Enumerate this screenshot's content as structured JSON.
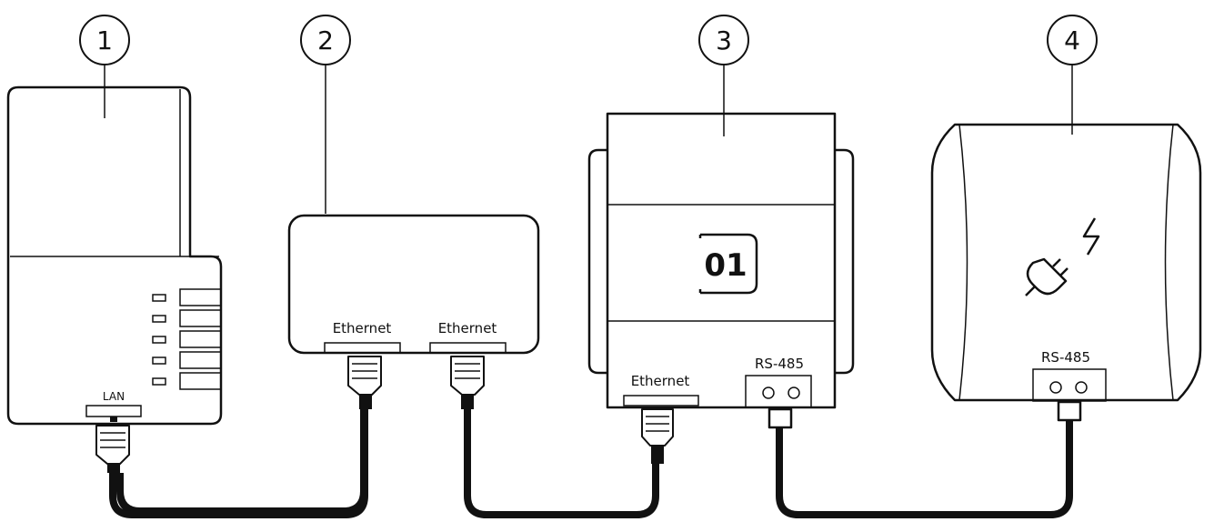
{
  "callouts": [
    "1",
    "2",
    "3",
    "4"
  ],
  "devices": {
    "router": {
      "port_label": "LAN"
    },
    "switch": {
      "port_labels": [
        "Ethernet",
        "Ethernet"
      ]
    },
    "gateway": {
      "display_text": "01",
      "port_labels": [
        "Ethernet",
        "RS-485"
      ]
    },
    "charger": {
      "port_label": "RS-485",
      "icon": "plug-charging-icon"
    }
  }
}
